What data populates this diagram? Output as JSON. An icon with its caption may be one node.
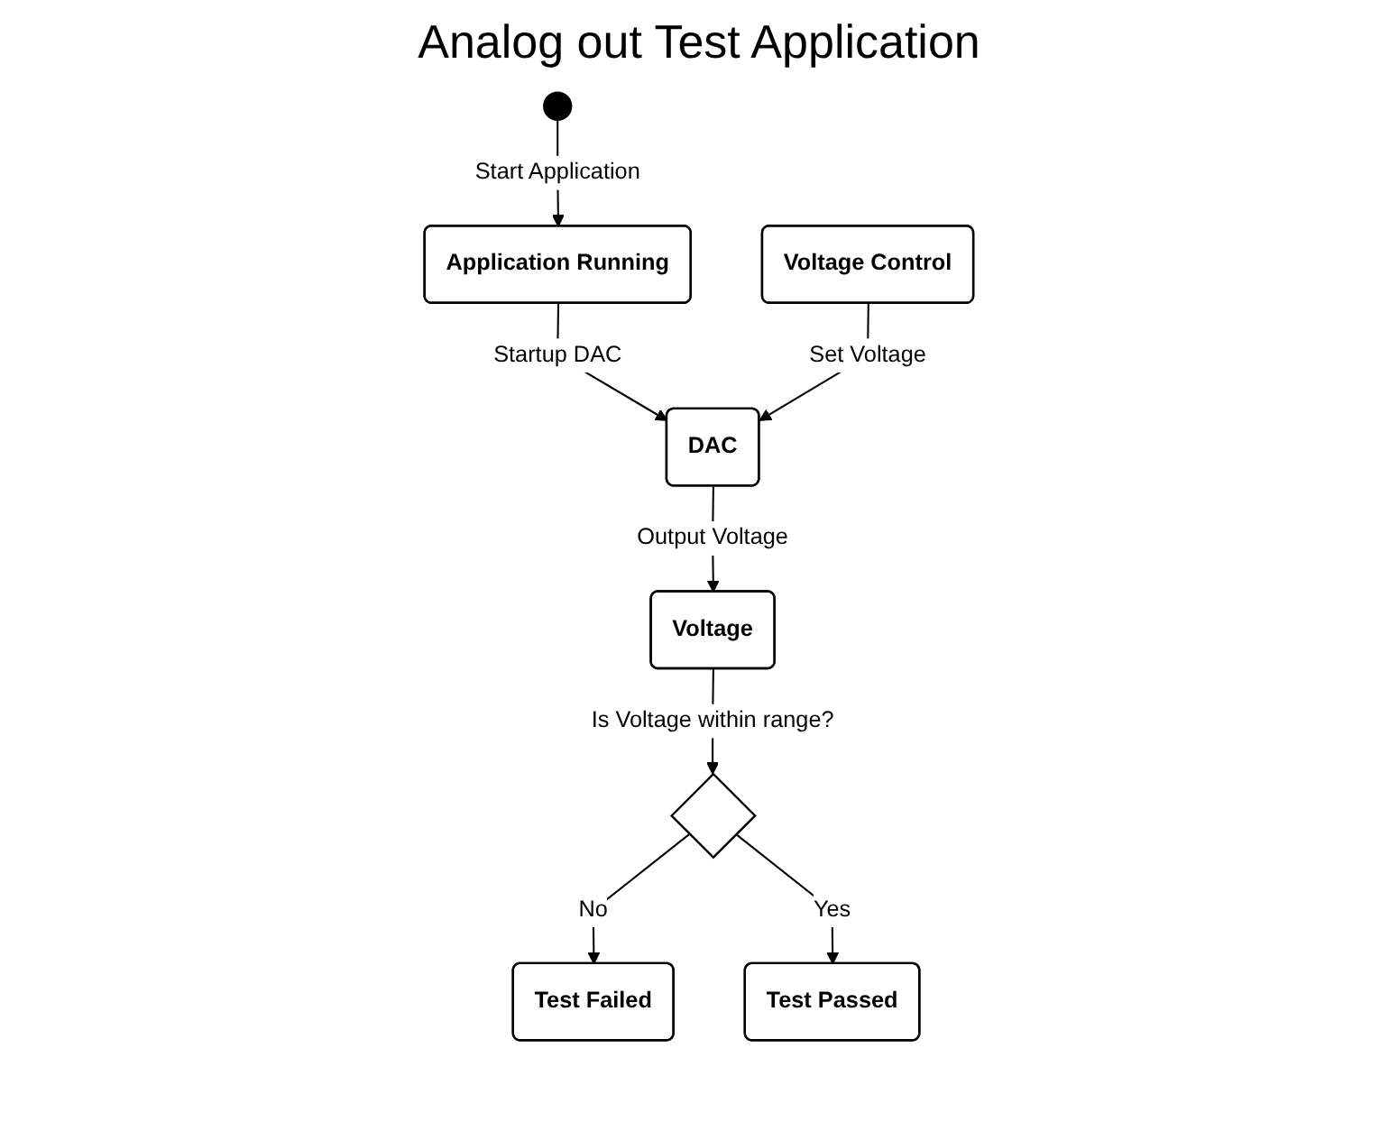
{
  "diagram": {
    "title": "Analog out Test Application",
    "nodes": [
      {
        "text": [],
        "shape": "circle"
      },
      {
        "text": [
          "Application Running"
        ]
      },
      {
        "text": [
          "Voltage Control"
        ]
      },
      {
        "text": [
          "DAC"
        ]
      },
      {
        "text": [
          "Voltage"
        ]
      },
      {
        "text": [],
        "shape": "diamond"
      },
      {
        "text": [
          "Test Failed"
        ]
      },
      {
        "text": [
          "Test Passed"
        ]
      }
    ],
    "edges": [
      {
        "from": 0,
        "to": 1,
        "arrow": "to",
        "label": "Start Application"
      },
      {
        "from": 1,
        "to": 3,
        "arrow": "to",
        "label": "Startup DAC"
      },
      {
        "from": 2,
        "to": 3,
        "arrow": "to",
        "label": "Set Voltage"
      },
      {
        "from": 3,
        "to": 4,
        "arrow": "to",
        "label": "Output Voltage"
      },
      {
        "from": 4,
        "to": 5,
        "arrow": "to",
        "label": "Is Voltage within range?"
      },
      {
        "from": 5,
        "to": 6,
        "arrow": "to",
        "label": "No"
      },
      {
        "from": 5,
        "to": 7,
        "arrow": "to",
        "label": "Yes"
      }
    ]
  }
}
